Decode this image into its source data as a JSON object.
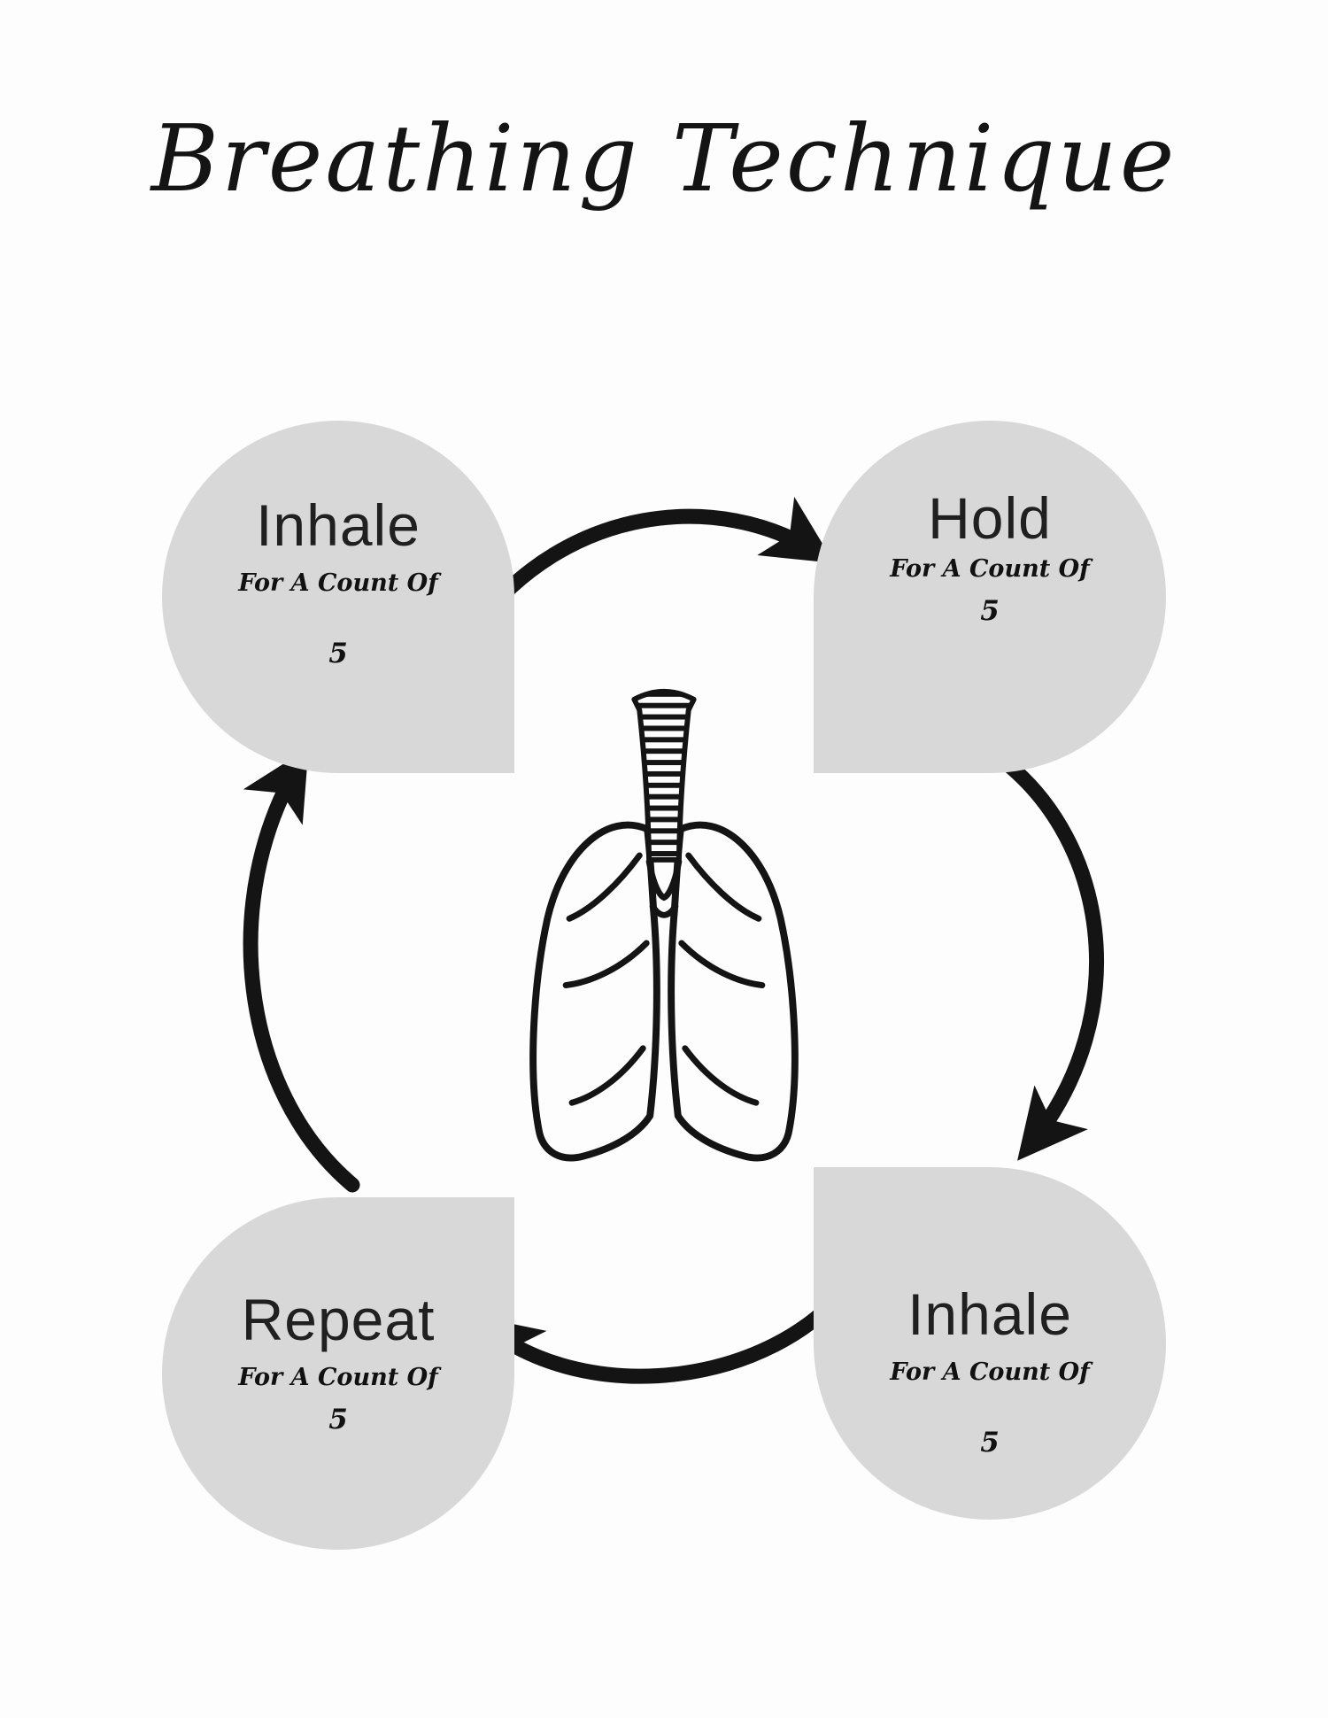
{
  "title": "Breathing Technique",
  "steps": [
    {
      "position": "top-left",
      "label": "Inhale",
      "subtitle": "For A Count Of",
      "count": "5"
    },
    {
      "position": "top-right",
      "label": "Hold",
      "subtitle": "For A Count Of",
      "count": "5"
    },
    {
      "position": "bottom-right",
      "label": "Inhale",
      "subtitle": "For A Count Of",
      "count": "5"
    },
    {
      "position": "bottom-left",
      "label": "Repeat",
      "subtitle": "For A Count Of",
      "count": "5"
    }
  ],
  "icons": {
    "center": "lungs-line-art",
    "arrow_top": "curved-arrow-right",
    "arrow_right": "curved-arrow-down",
    "arrow_bottom": "curved-arrow-left",
    "arrow_left": "curved-arrow-up"
  },
  "colors": {
    "background": "#fdfdfd",
    "bubble": "#d8d8d8",
    "ink": "#141414"
  }
}
